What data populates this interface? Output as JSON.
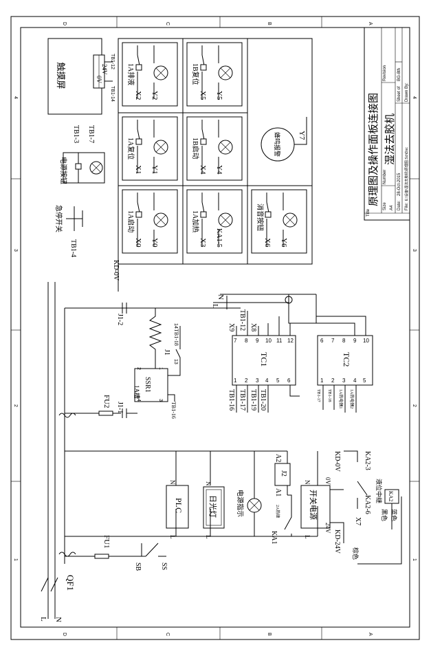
{
  "title_block": {
    "title_label": "Title",
    "title": "原理图及操作面板连接图",
    "subtitle": "湿法去胶机",
    "size_label": "Size",
    "size": "A4",
    "number_label": "Number",
    "revision_label": "Revision",
    "date_label": "Date:",
    "date": "28-Oct-2015",
    "sheet_label": "Sheet  of",
    "file_label": "File:",
    "file": "E:\\设备\\湿法去胶机\\原理图.SchDoc",
    "drawn_label": "Drawn By:",
    "drawn_by": "BG-8th"
  },
  "border_zones": {
    "top": [
      "D",
      "C",
      "B",
      "A"
    ],
    "bottom": [
      "D",
      "C",
      "B",
      "A"
    ],
    "left": [
      "4",
      "3",
      "2",
      "1"
    ],
    "right": [
      "4",
      "3",
      "2",
      "1"
    ]
  },
  "touch_screen": {
    "label": "触摸屏",
    "v24": "24V",
    "v0": "0V",
    "tb12": "TB1-12",
    "tb14": "TB1-14"
  },
  "panel_buttons": [
    {
      "name": "1A排液",
      "x": "X2",
      "y": "Y2"
    },
    {
      "name": "1B复位",
      "x": "X5",
      "y": "Y5"
    },
    {
      "name": "1A复位",
      "x": "X1",
      "y": "Y1"
    },
    {
      "name": "1B启动",
      "x": "X4",
      "y": "Y4"
    },
    {
      "name": "1A启动",
      "x": "X0",
      "y": "Y0"
    },
    {
      "name": "1A加热",
      "x": "X3",
      "y": "KA1-5"
    },
    {
      "name": "消音按钮",
      "x": "X6",
      "y": "Y6"
    }
  ],
  "buzzer": {
    "label": "蜂鸣报警",
    "tag": "Y7"
  },
  "power_button": {
    "label": "电源按钮",
    "tb_a": "TB1-3",
    "tb_b": "TB1-7"
  },
  "estop": {
    "label": "急停开关",
    "tb": "TB1-4"
  },
  "kd0v_top": "KD-0V",
  "heater": {
    "j1_2": "J1-2",
    "j1_1": "J1-1",
    "j1": "J1",
    "tb18": "TB1-18",
    "ssr": "SSR1",
    "ssr_label": "1A槽",
    "tb16": "TB1-16",
    "pin13": "13",
    "pin14": "14",
    "p1": "1",
    "p2": "2",
    "p3": "3",
    "p4": "4"
  },
  "fuses": {
    "fu1": "FU1",
    "fu2": "FU2"
  },
  "mains": {
    "l": "L",
    "n": "N",
    "qf": "QF1",
    "sb": "SB",
    "ss": "SS"
  },
  "ln_top": {
    "l": "L",
    "n": "N"
  },
  "tc1": {
    "label": "TC1",
    "top_pins": [
      "7",
      "8",
      "9",
      "10",
      "11",
      "12"
    ],
    "bottom_pins": [
      "1",
      "2",
      "3",
      "4",
      "5",
      "6"
    ],
    "top_wires": [
      "X9",
      "TB1-12",
      "X8"
    ],
    "bottom_wires": [
      "TB1-16",
      "TB1-17",
      "TB1-19",
      "TB1-20"
    ]
  },
  "tc2": {
    "label": "TC2",
    "top_pins": [
      "6",
      "7",
      "8",
      "9",
      "10"
    ],
    "bottom_pins": [
      "1",
      "2",
      "3",
      "4",
      "5"
    ],
    "bottom_wires": [
      "TB1-17",
      "TB1-18",
      "1A热电偶1",
      "1A热电偶2"
    ]
  },
  "loads": {
    "plc": "PLC",
    "lamp": "日光灯",
    "indicator": "电源指示",
    "psu": "开关电源",
    "n": "N",
    "l": "L",
    "v0": "0V",
    "v24": "24V",
    "j2": "J2",
    "a1": "A1",
    "a2": "A2",
    "ka1": "KA1",
    "ka1_note": "2A热继",
    "kd0v": "KD-0V",
    "kd24v": "KD-24V",
    "ka2_3": "KA2-3",
    "ka2_6": "KA2-6",
    "x7": "X7",
    "ka2": "KA2",
    "relay_note": "液位中继",
    "wire1": "黑色",
    "wire2": "蓝色",
    "wire3": "棕色"
  }
}
